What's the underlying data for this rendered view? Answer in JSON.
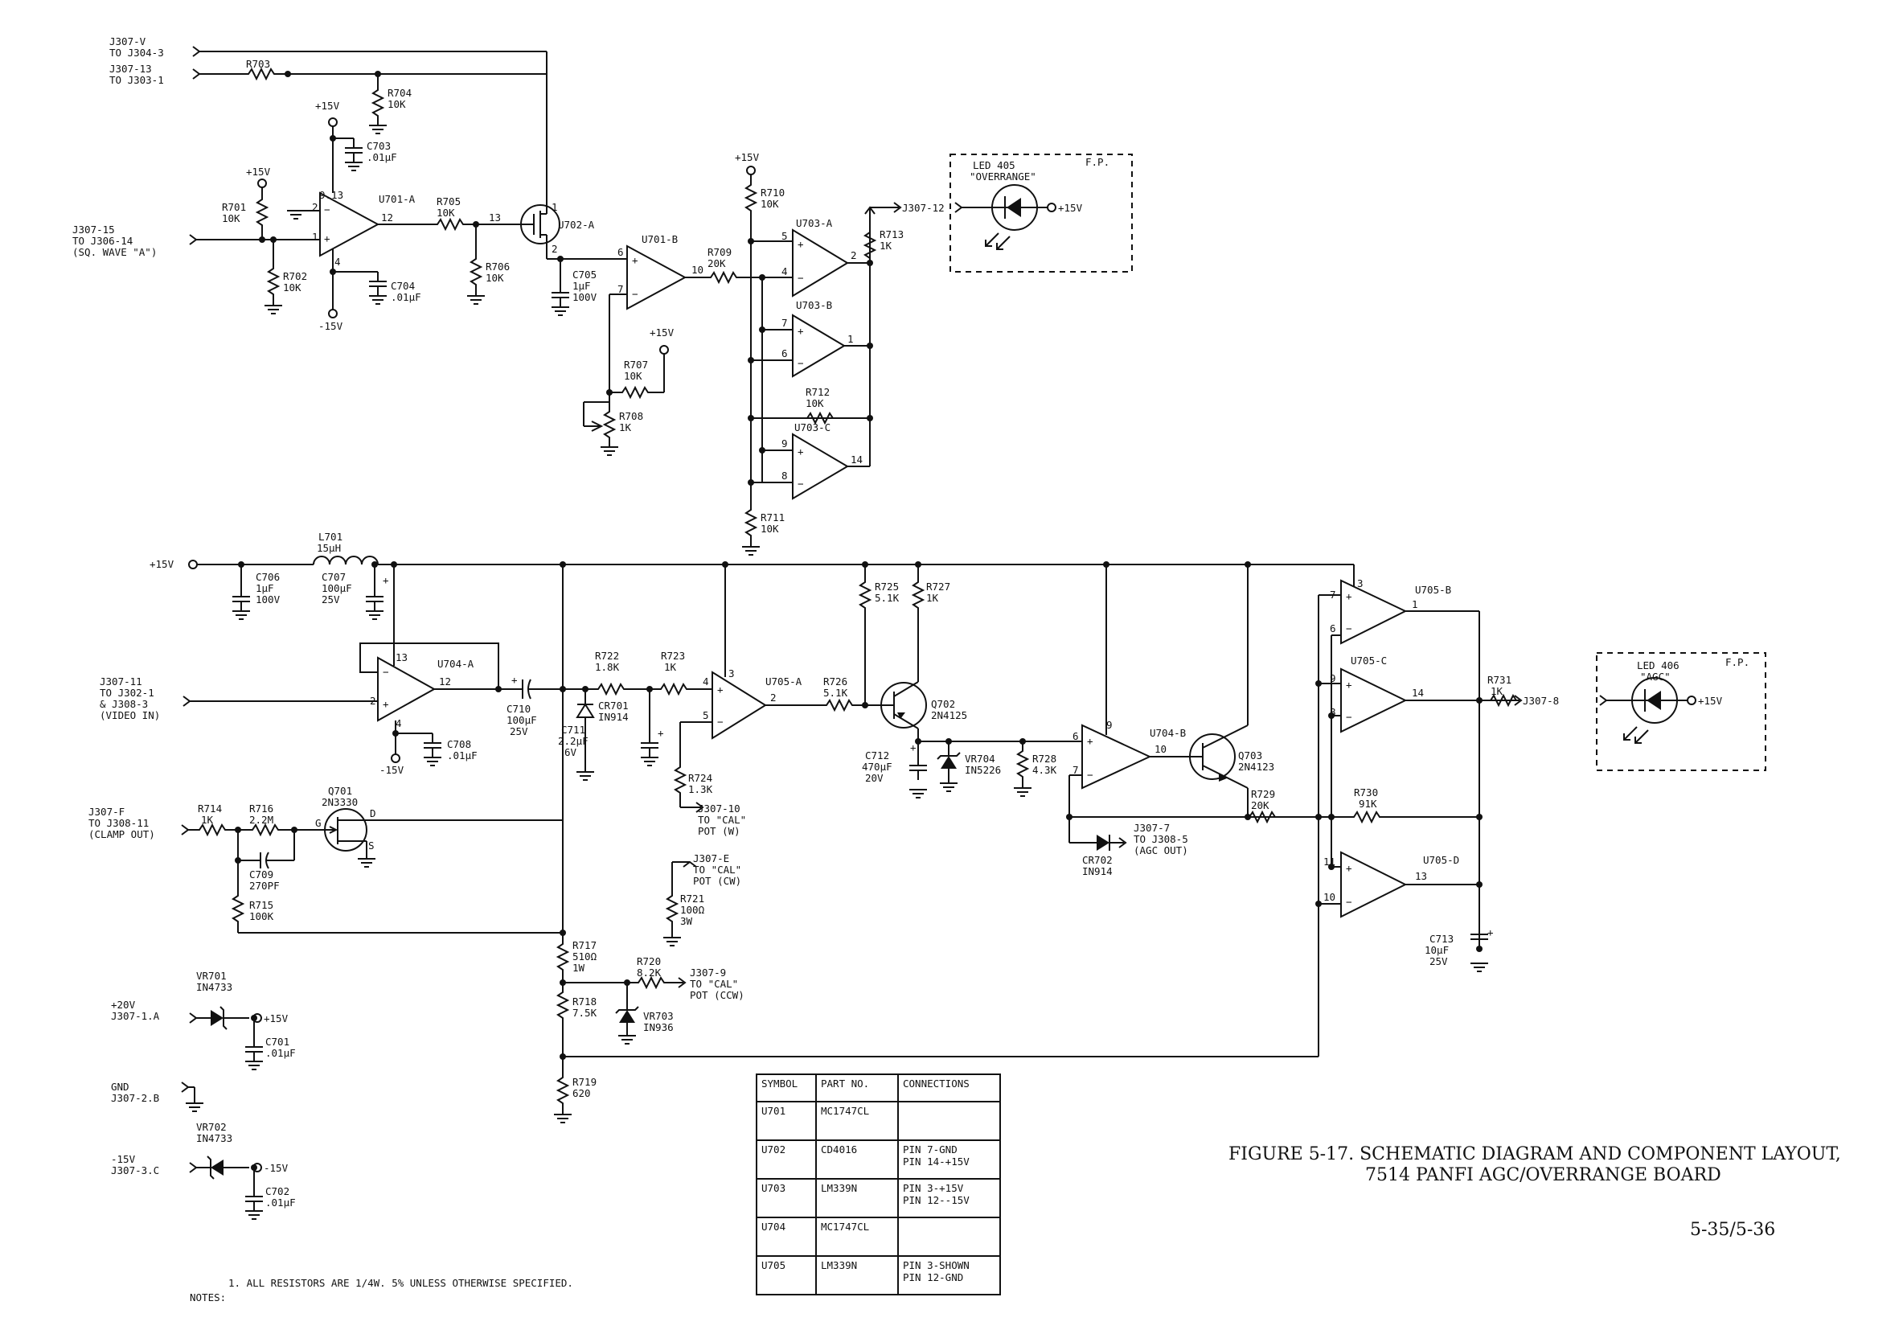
{
  "figure": {
    "caption_line1": "FIGURE 5-17.   SCHEMATIC DIAGRAM AND COMPONENT LAYOUT,",
    "caption_line2": "7514 PANFI AGC/OVERRANGE BOARD",
    "page_number": "5-35/5-36"
  },
  "notes": {
    "heading": "NOTES:",
    "note1": "1. ALL RESISTORS ARE 1/4W. 5% UNLESS OTHERWISE SPECIFIED."
  },
  "parts_table": {
    "headers": [
      "SYMBOL",
      "PART NO.",
      "CONNECTIONS"
    ],
    "rows": [
      {
        "symbol": "U701",
        "part": "MC1747CL",
        "connections": ""
      },
      {
        "symbol": "U702",
        "part": "CD4016",
        "connections": "PIN 7-GND\nPIN 14-+15V"
      },
      {
        "symbol": "U703",
        "part": "LM339N",
        "connections": "PIN 3-+15V\nPIN 12--15V"
      },
      {
        "symbol": "U704",
        "part": "MC1747CL",
        "connections": ""
      },
      {
        "symbol": "U705",
        "part": "LM339N",
        "connections": "PIN 3-SHOWN\nPIN 12-GND"
      }
    ]
  },
  "connectors": {
    "j307v": "J307-V",
    "j304_3": "TO J304-3",
    "j307_13": "J307-13",
    "j303_1": "TO J303-1",
    "j307_15": "J307-15",
    "j306_14": "TO J306-14",
    "sq_wave": "(SQ. WAVE \"A\")",
    "j307_12": "J307-12",
    "j307_11": "J307-11",
    "j302_1": "TO J302-1",
    "j308_3": "& J308-3",
    "video_in": "(VIDEO IN)",
    "j307_f": "J307-F",
    "j308_11": "TO J308-11",
    "clamp_out": "(CLAMP OUT)",
    "j307_10": "J307-10",
    "cal_w1": "TO \"CAL\"",
    "cal_w2": "POT (W)",
    "j307_e": "J307-E",
    "cal_cw1": "TO \"CAL\"",
    "cal_cw2": "POT (CW)",
    "j307_9": "J307-9",
    "cal_ccw1": "TO \"CAL\"",
    "cal_ccw2": "POT (CCW)",
    "j307_7": "J307-7",
    "j308_5": "TO J308-5",
    "agc_out": "(AGC OUT)",
    "j307_8": "J307-8",
    "p20v": "+20V",
    "j307_1a": "J307-1.A",
    "gnd": "GND",
    "j307_2b": "J307-2.B",
    "m15v": "-15V",
    "j307_3c": "J307-3.C"
  },
  "rails": {
    "p15": "+15V",
    "m15": "-15V"
  },
  "leds": {
    "led405": "LED 405",
    "led405_name": "\"OVERRANGE\"",
    "led406": "LED 406",
    "led406_name": "\"AGC\"",
    "fp": "F.P."
  },
  "ics": {
    "u701a": "U701-A",
    "u701b": "U701-B",
    "u702a": "U702-A",
    "u703a": "U703-A",
    "u703b": "U703-B",
    "u703c": "U703-C",
    "u704a": "U704-A",
    "u704b": "U704-B",
    "u705a": "U705-A",
    "u705b": "U705-B",
    "u705c": "U705-C",
    "u705d": "U705-D",
    "pins_913": "9.13"
  },
  "transistors": {
    "q701": "Q701",
    "q701_type": "2N3330",
    "q702": "Q702",
    "q702_type": "2N4125",
    "q703": "Q703",
    "q703_type": "2N4123"
  },
  "diodes": {
    "cr701": "CR701",
    "cr701_type": "IN914",
    "cr702": "CR702",
    "cr702_type": "IN914",
    "vr701": "VR701",
    "vr701_type": "IN4733",
    "vr702": "VR702",
    "vr702_type": "IN4733",
    "vr703": "VR703",
    "vr703_type": "IN936",
    "vr704": "VR704",
    "vr704_type": "IN5226"
  },
  "inductor": {
    "l701": "L701",
    "l701_val": "15µH"
  },
  "resistors": {
    "r701": "R701",
    "r701v": "10K",
    "r702": "R702",
    "r702v": "10K",
    "r703": "R703",
    "r704": "R704",
    "r704v": "10K",
    "r705": "R705",
    "r705v": "10K",
    "r706": "R706",
    "r706v": "10K",
    "r707": "R707",
    "r707v": "10K",
    "r708": "R708",
    "r708v": "1K",
    "r709": "R709",
    "r709v": "20K",
    "r710": "R710",
    "r710v": "10K",
    "r711": "R711",
    "r711v": "10K",
    "r712": "R712",
    "r712v": "10K",
    "r713": "R713",
    "r713v": "1K",
    "r714": "R714",
    "r714v": "1K",
    "r715": "R715",
    "r715v": "100K",
    "r716": "R716",
    "r716v": "2.2M",
    "r717": "R717",
    "r717v": "510Ω",
    "r717w": "1W",
    "r718": "R718",
    "r718v": "7.5K",
    "r719": "R719",
    "r719v": "620",
    "r720": "R720",
    "r720v": "8.2K",
    "r721": "R721",
    "r721v": "100Ω",
    "r721w": "3W",
    "r722": "R722",
    "r722v": "1.8K",
    "r723": "R723",
    "r723v": "1K",
    "r724": "R724",
    "r724v": "1.3K",
    "r725": "R725",
    "r725v": "5.1K",
    "r726": "R726",
    "r726v": "5.1K",
    "r727": "R727",
    "r727v": "1K",
    "r728": "R728",
    "r728v": "4.3K",
    "r729": "R729",
    "r729v": "20K",
    "r730": "R730",
    "r730v": "91K",
    "r731": "R731",
    "r731v": "1K"
  },
  "capacitors": {
    "c701": "C701",
    "c701v": ".01µF",
    "c702": "C702",
    "c702v": ".01µF",
    "c703": "C703",
    "c703v": ".01µF",
    "c704": "C704",
    "c704v": ".01µF",
    "c705": "C705",
    "c705v": "1µF",
    "c705w": "100V",
    "c706": "C706",
    "c706v": "1µF",
    "c706w": "100V",
    "c707": "C707",
    "c707v": "100µF",
    "c707w": "25V",
    "c708": "C708",
    "c708v": ".01µF",
    "c709": "C709",
    "c709v": "270PF",
    "c710": "C710",
    "c710v": "100µF",
    "c710w": "25V",
    "c711": "C711",
    "c711v": "2.2µF",
    "c711w": "6V",
    "c712": "C712",
    "c712v": "470µF",
    "c712w": "20V",
    "c713": "C713",
    "c713v": "10µF",
    "c713w": "25V"
  },
  "pins": {
    "n1": "1",
    "n2": "2",
    "n3": "3",
    "n4": "4",
    "n5": "5",
    "n6": "6",
    "n7": "7",
    "n8": "8",
    "n9": "9",
    "n10": "10",
    "n11": "11",
    "n12": "12",
    "n13": "13",
    "n14": "14",
    "g": "G",
    "d": "D",
    "s": "S"
  }
}
